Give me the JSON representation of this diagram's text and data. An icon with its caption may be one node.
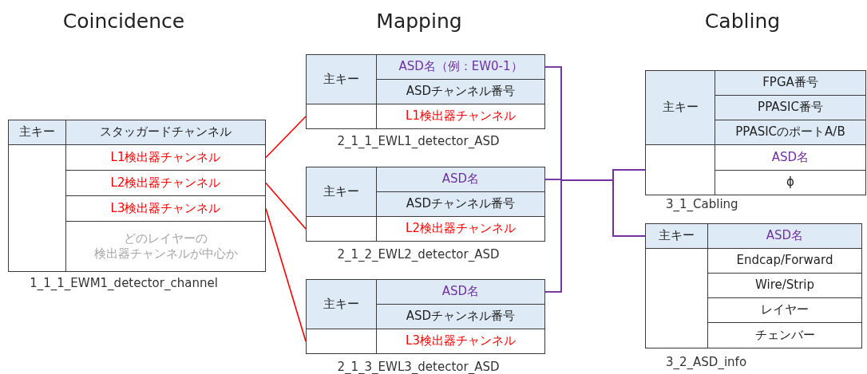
{
  "diagram": {
    "nodes": [
      {
        "text": [],
        "shape": "box",
        "beside": [
          "1_1_1_EWM1_detector_channel"
        ]
      },
      {
        "text": [
          "主キー"
        ],
        "in": 0
      },
      {
        "text": [
          "スタッガードチャンネル"
        ],
        "in": 0
      },
      {
        "text": [],
        "shape": "box",
        "in": 0
      },
      {
        "text": [
          "L1検出器チャンネル"
        ],
        "in": 0
      },
      {
        "text": [
          "L2検出器チャンネル"
        ],
        "in": 0
      },
      {
        "text": [
          "L3検出器チャンネル"
        ],
        "in": 0
      },
      {
        "text": [
          "どのレイヤーの検出器チャンネルが中心か"
        ],
        "in": 0
      },
      {
        "text": [],
        "shape": "box",
        "beside": [
          "2_1_1_EWL1_detector_ASD"
        ]
      },
      {
        "text": [
          "主キー"
        ],
        "in": 8
      },
      {
        "text": [
          "ASD名（例：EW0-1）"
        ],
        "in": 8
      },
      {
        "text": [
          "ASDチャンネル番号"
        ],
        "in": 8
      },
      {
        "text": [],
        "shape": "box",
        "in": 8
      },
      {
        "text": [
          "L1検出器チャンネル"
        ],
        "in": 8
      },
      {
        "text": [],
        "shape": "box",
        "beside": [
          "2_1_2_EWL2_detector_ASD"
        ]
      },
      {
        "text": [
          "主キー"
        ],
        "in": 14
      },
      {
        "text": [
          "ASD名"
        ],
        "in": 14
      },
      {
        "text": [
          "ASDチャンネル番号"
        ],
        "in": 14
      },
      {
        "text": [],
        "shape": "box",
        "in": 14
      },
      {
        "text": [
          "L2検出器チャンネル"
        ],
        "in": 14
      },
      {
        "text": [],
        "shape": "box",
        "beside": [
          "2_1_3_EWL3_detector_ASD"
        ]
      },
      {
        "text": [
          "主キー"
        ],
        "in": 20
      },
      {
        "text": [
          "ASD名"
        ],
        "in": 20
      },
      {
        "text": [
          "ASDチャンネル番号"
        ],
        "in": 20
      },
      {
        "text": [],
        "shape": "box",
        "in": 20
      },
      {
        "text": [
          "L3検出器チャンネル"
        ],
        "in": 20
      },
      {
        "text": [],
        "shape": "box",
        "beside": [
          "3_1_Cabling"
        ]
      },
      {
        "text": [
          "主キー"
        ],
        "in": 26
      },
      {
        "text": [
          "FPGA番号"
        ],
        "in": 26
      },
      {
        "text": [
          "PPASIC番号"
        ],
        "in": 26
      },
      {
        "text": [
          "PPASICのポートA/B"
        ],
        "in": 26
      },
      {
        "text": [],
        "shape": "box",
        "in": 26
      },
      {
        "text": [
          "ASD名"
        ],
        "in": 26
      },
      {
        "text": [
          "ϕ"
        ],
        "in": 26
      },
      {
        "text": [],
        "shape": "box",
        "beside": [
          "3_2_ASD_info"
        ]
      },
      {
        "text": [
          "主キー"
        ],
        "in": 34
      },
      {
        "text": [
          "ASD名"
        ],
        "in": 34
      },
      {
        "text": [],
        "shape": "box",
        "in": 34
      },
      {
        "text": [
          "Endcap/Forward"
        ],
        "in": 34
      },
      {
        "text": [
          "Wire/Strip"
        ],
        "in": 34
      },
      {
        "text": [
          "レイヤー"
        ],
        "in": 34
      },
      {
        "text": [
          "チェンバー"
        ],
        "in": 34
      }
    ],
    "edges": [
      {
        "from": 4,
        "to": 12,
        "arrow": "none",
        "color": "#ff0000"
      },
      {
        "from": 5,
        "to": 18,
        "arrow": "none",
        "color": "#ff0000"
      },
      {
        "from": 6,
        "to": 24,
        "arrow": "none",
        "color": "#ff0000"
      },
      {
        "from": 10,
        "to": 31,
        "arrow": "none"
      },
      {
        "from": 10,
        "to": 35,
        "arrow": "none"
      },
      {
        "from": 16,
        "to": 31,
        "arrow": "none"
      },
      {
        "from": 16,
        "to": 35,
        "arrow": "none"
      },
      {
        "from": 22,
        "to": 31,
        "arrow": "none"
      },
      {
        "from": 22,
        "to": 35,
        "arrow": "none"
      }
    ],
    "labels": [
      "Coincidence",
      "Mapping",
      "Cabling"
    ]
  }
}
